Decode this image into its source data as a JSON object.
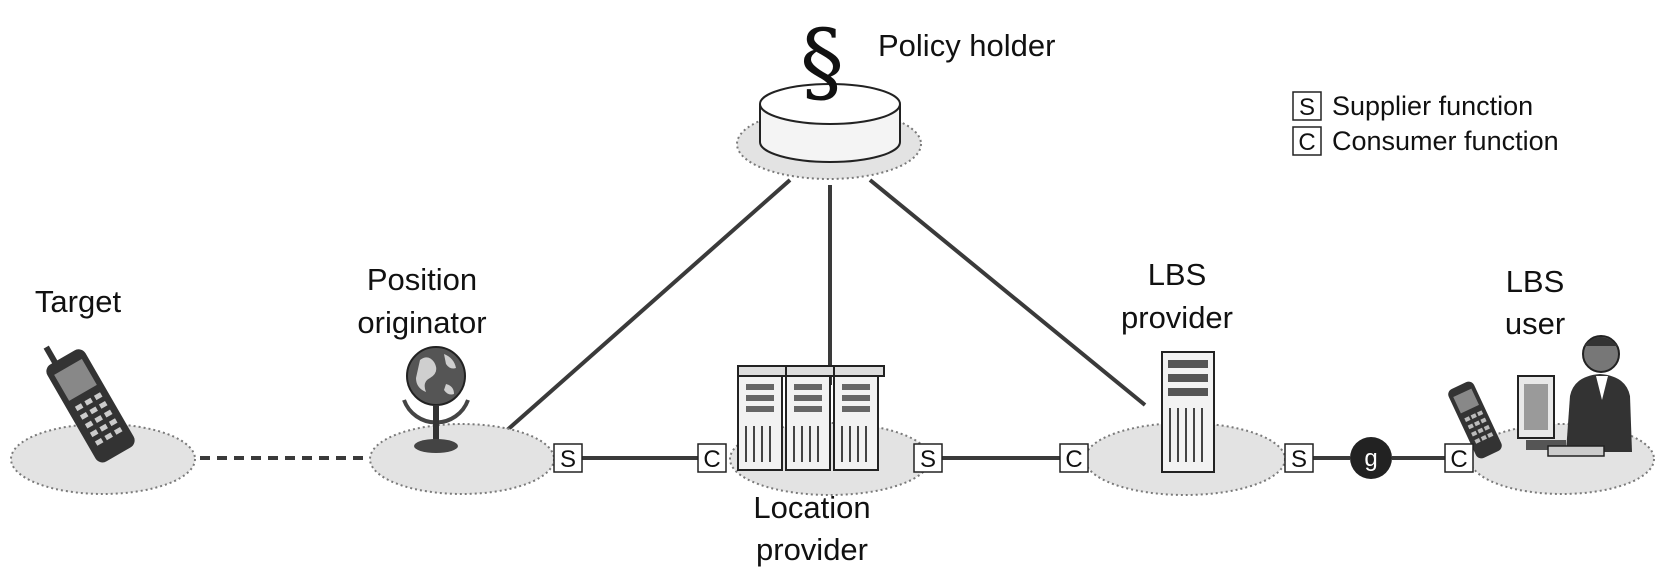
{
  "nodes": {
    "target": {
      "label": "Target"
    },
    "position_originator": {
      "label_line1": "Position",
      "label_line2": "originator"
    },
    "policy_holder": {
      "symbol": "§",
      "label": "Policy holder"
    },
    "location_provider": {
      "label_line1": "Location",
      "label_line2": "provider"
    },
    "lbs_provider": {
      "label_line1": "LBS",
      "label_line2": "provider"
    },
    "lbs_user": {
      "label_line1": "LBS",
      "label_line2": "user"
    }
  },
  "functions": {
    "supplier": "S",
    "consumer": "C"
  },
  "gateway": {
    "label": "g"
  },
  "legend": {
    "supplier_letter": "S",
    "supplier_text": "Supplier function",
    "consumer_letter": "C",
    "consumer_text": "Consumer function"
  },
  "icons": [
    "mobile-phone-icon",
    "globe-icon",
    "database-icon",
    "server-rack-icon",
    "server-tower-icon",
    "user-at-computer-icon"
  ],
  "colors": {
    "platform_fill": "#e3e3e3",
    "line": "#3a3a3a",
    "gateway_fill": "#222222"
  }
}
